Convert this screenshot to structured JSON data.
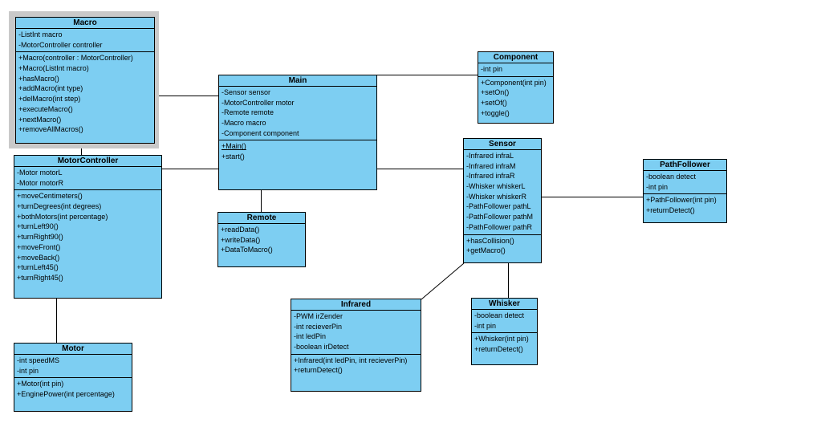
{
  "diagram_type": "uml-class-diagram",
  "colors": {
    "background": "#ffffff",
    "box_fill": "#7dcef2",
    "box_border": "#000000",
    "selection_frame": "#c9c9c9",
    "relation_line": "#000000"
  },
  "classes": {
    "macro": {
      "title": "Macro",
      "selected": true,
      "attributes": [
        "-ListInt macro",
        "-MotorController controller"
      ],
      "methods": [
        "+Macro(controller : MotorController)",
        "+Macro(ListInt macro)",
        "+hasMacro()",
        "+addMacro(int type)",
        "+delMacro(int step)",
        "+executeMacro()",
        "+nextMacro()",
        "+removeAllMacros()"
      ]
    },
    "motorcontroller": {
      "title": "MotorController",
      "attributes": [
        "-Motor motorL",
        "-Motor motorR"
      ],
      "methods": [
        "+moveCentimeters()",
        "+turnDegrees(int degrees)",
        "+bothMotors(int percentage)",
        "+turnLeft90()",
        "+turnRight90()",
        "+moveFront()",
        "+moveBack()",
        "+turnLeft45()",
        "+turnRight45()"
      ]
    },
    "motor": {
      "title": "Motor",
      "attributes": [
        "-int speedMS",
        "-int pin"
      ],
      "methods": [
        "+Motor(int pin)",
        "+EnginePower(int percentage)"
      ]
    },
    "main": {
      "title": "Main",
      "attributes": [
        "-Sensor sensor",
        "-MotorController motor",
        "-Remote remote",
        "-Macro macro",
        "-Component component"
      ],
      "methods": [
        "+Main()",
        "+start()"
      ]
    },
    "remote": {
      "title": "Remote",
      "attributes": [],
      "methods": [
        "+readData()",
        "+writeData()",
        "+DataToMacro()"
      ]
    },
    "component": {
      "title": "Component",
      "attributes": [
        "-int pin"
      ],
      "methods": [
        "+Component(int pin)",
        "+setOn()",
        "+setOf()",
        "+toggle()"
      ]
    },
    "sensor": {
      "title": "Sensor",
      "attributes": [
        "-Infrared infraL",
        "-Infrared infraM",
        "-Infrared infraR",
        "-Whisker whiskerL",
        "-Whisker whiskerR",
        "-PathFollower pathL",
        "-PathFollower pathM",
        "-PathFollower pathR"
      ],
      "methods": [
        "+hasCollision()",
        "+getMacro()"
      ]
    },
    "pathfollower": {
      "title": "PathFollower",
      "attributes": [
        "-boolean detect",
        "-int pin"
      ],
      "methods": [
        "+PathFollower(int pin)",
        "+returnDetect()"
      ]
    },
    "infrared": {
      "title": "Infrared",
      "attributes": [
        "-PWM irZender",
        "-int recieverPin",
        "-int ledPin",
        "-boolean irDetect"
      ],
      "methods": [
        "+Infrared(int ledPin, int recieverPin)",
        "+returnDetect()"
      ]
    },
    "whisker": {
      "title": "Whisker",
      "attributes": [
        "-boolean detect",
        "-int pin"
      ],
      "methods": [
        "+Whisker(int pin)",
        "+returnDetect()"
      ]
    }
  },
  "relations": [
    {
      "from": "Macro",
      "to": "Main"
    },
    {
      "from": "Macro",
      "to": "MotorController"
    },
    {
      "from": "MotorController",
      "to": "Main"
    },
    {
      "from": "MotorController",
      "to": "Motor"
    },
    {
      "from": "Main",
      "to": "Remote"
    },
    {
      "from": "Main",
      "to": "Component"
    },
    {
      "from": "Main",
      "to": "Sensor"
    },
    {
      "from": "Sensor",
      "to": "PathFollower"
    },
    {
      "from": "Sensor",
      "to": "Whisker"
    },
    {
      "from": "Sensor",
      "to": "Infrared"
    }
  ]
}
